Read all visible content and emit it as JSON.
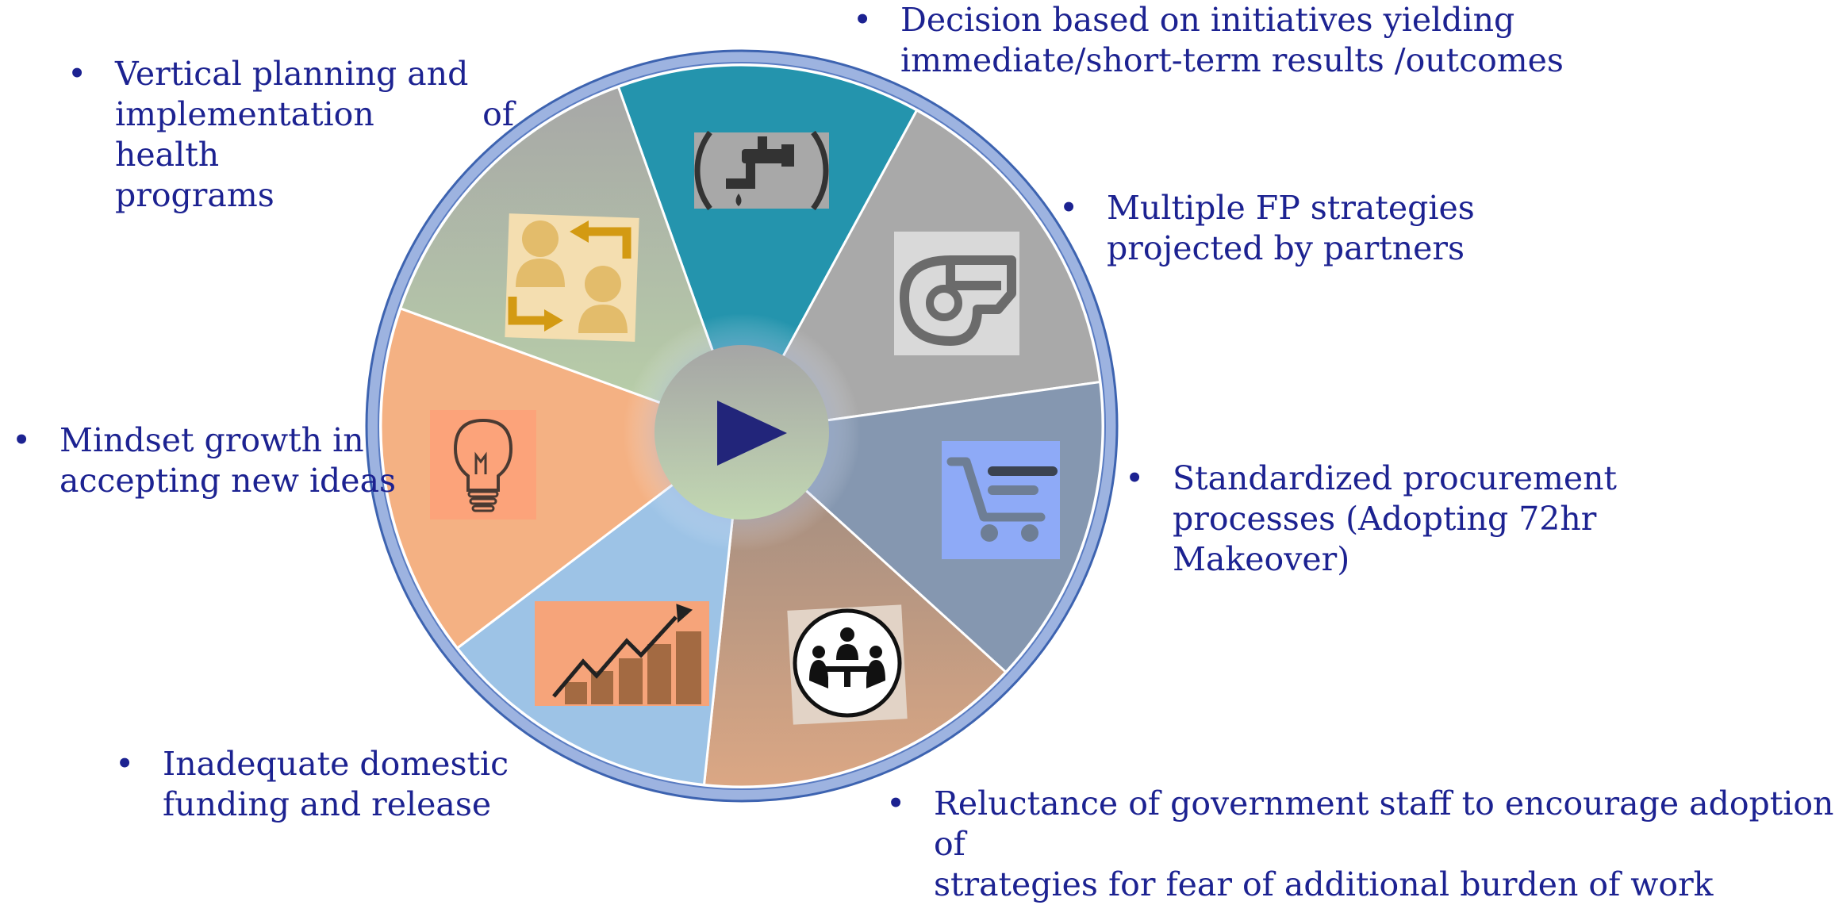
{
  "colors": {
    "text": "#1c2291",
    "ring": "#4169b8",
    "play": "#22257a"
  },
  "diagram": {
    "center": {
      "icon": "play-icon"
    },
    "segments": [
      {
        "name": "top",
        "icon": "water-tap-icon",
        "color": "#2494ad"
      },
      {
        "name": "upper-right",
        "icon": "whistle-icon",
        "color": "#a9a9a9"
      },
      {
        "name": "right",
        "icon": "shopping-cart-icon",
        "color": "#8597b0"
      },
      {
        "name": "lower-right",
        "icon": "meeting-people-icon",
        "color": "#c9a286"
      },
      {
        "name": "bottom-left",
        "icon": "growth-coins-chart-icon",
        "color": "#9dc3e6"
      },
      {
        "name": "left",
        "icon": "light-bulb-icon",
        "color": "#f4b183"
      },
      {
        "name": "upper-left",
        "icon": "people-exchange-icon",
        "color": "#b4c4a8"
      }
    ]
  },
  "bullets": {
    "bullet_char": "•",
    "top": "Decision based on initiatives yielding\nimmediate/short-term results /outcomes",
    "upper_left": "Vertical planning and\nimplementation of health\nprograms",
    "upper_right": "Multiple FP strategies\nprojected by partners",
    "left": "Mindset growth in\naccepting new ideas",
    "right": "Standardized procurement\nprocesses  (Adopting 72hr\nMakeover)",
    "bottom_left": "Inadequate domestic\nfunding and release",
    "bottom_right": "Reluctance of government staff to encourage adoption of\nstrategies for fear of additional burden of work"
  }
}
